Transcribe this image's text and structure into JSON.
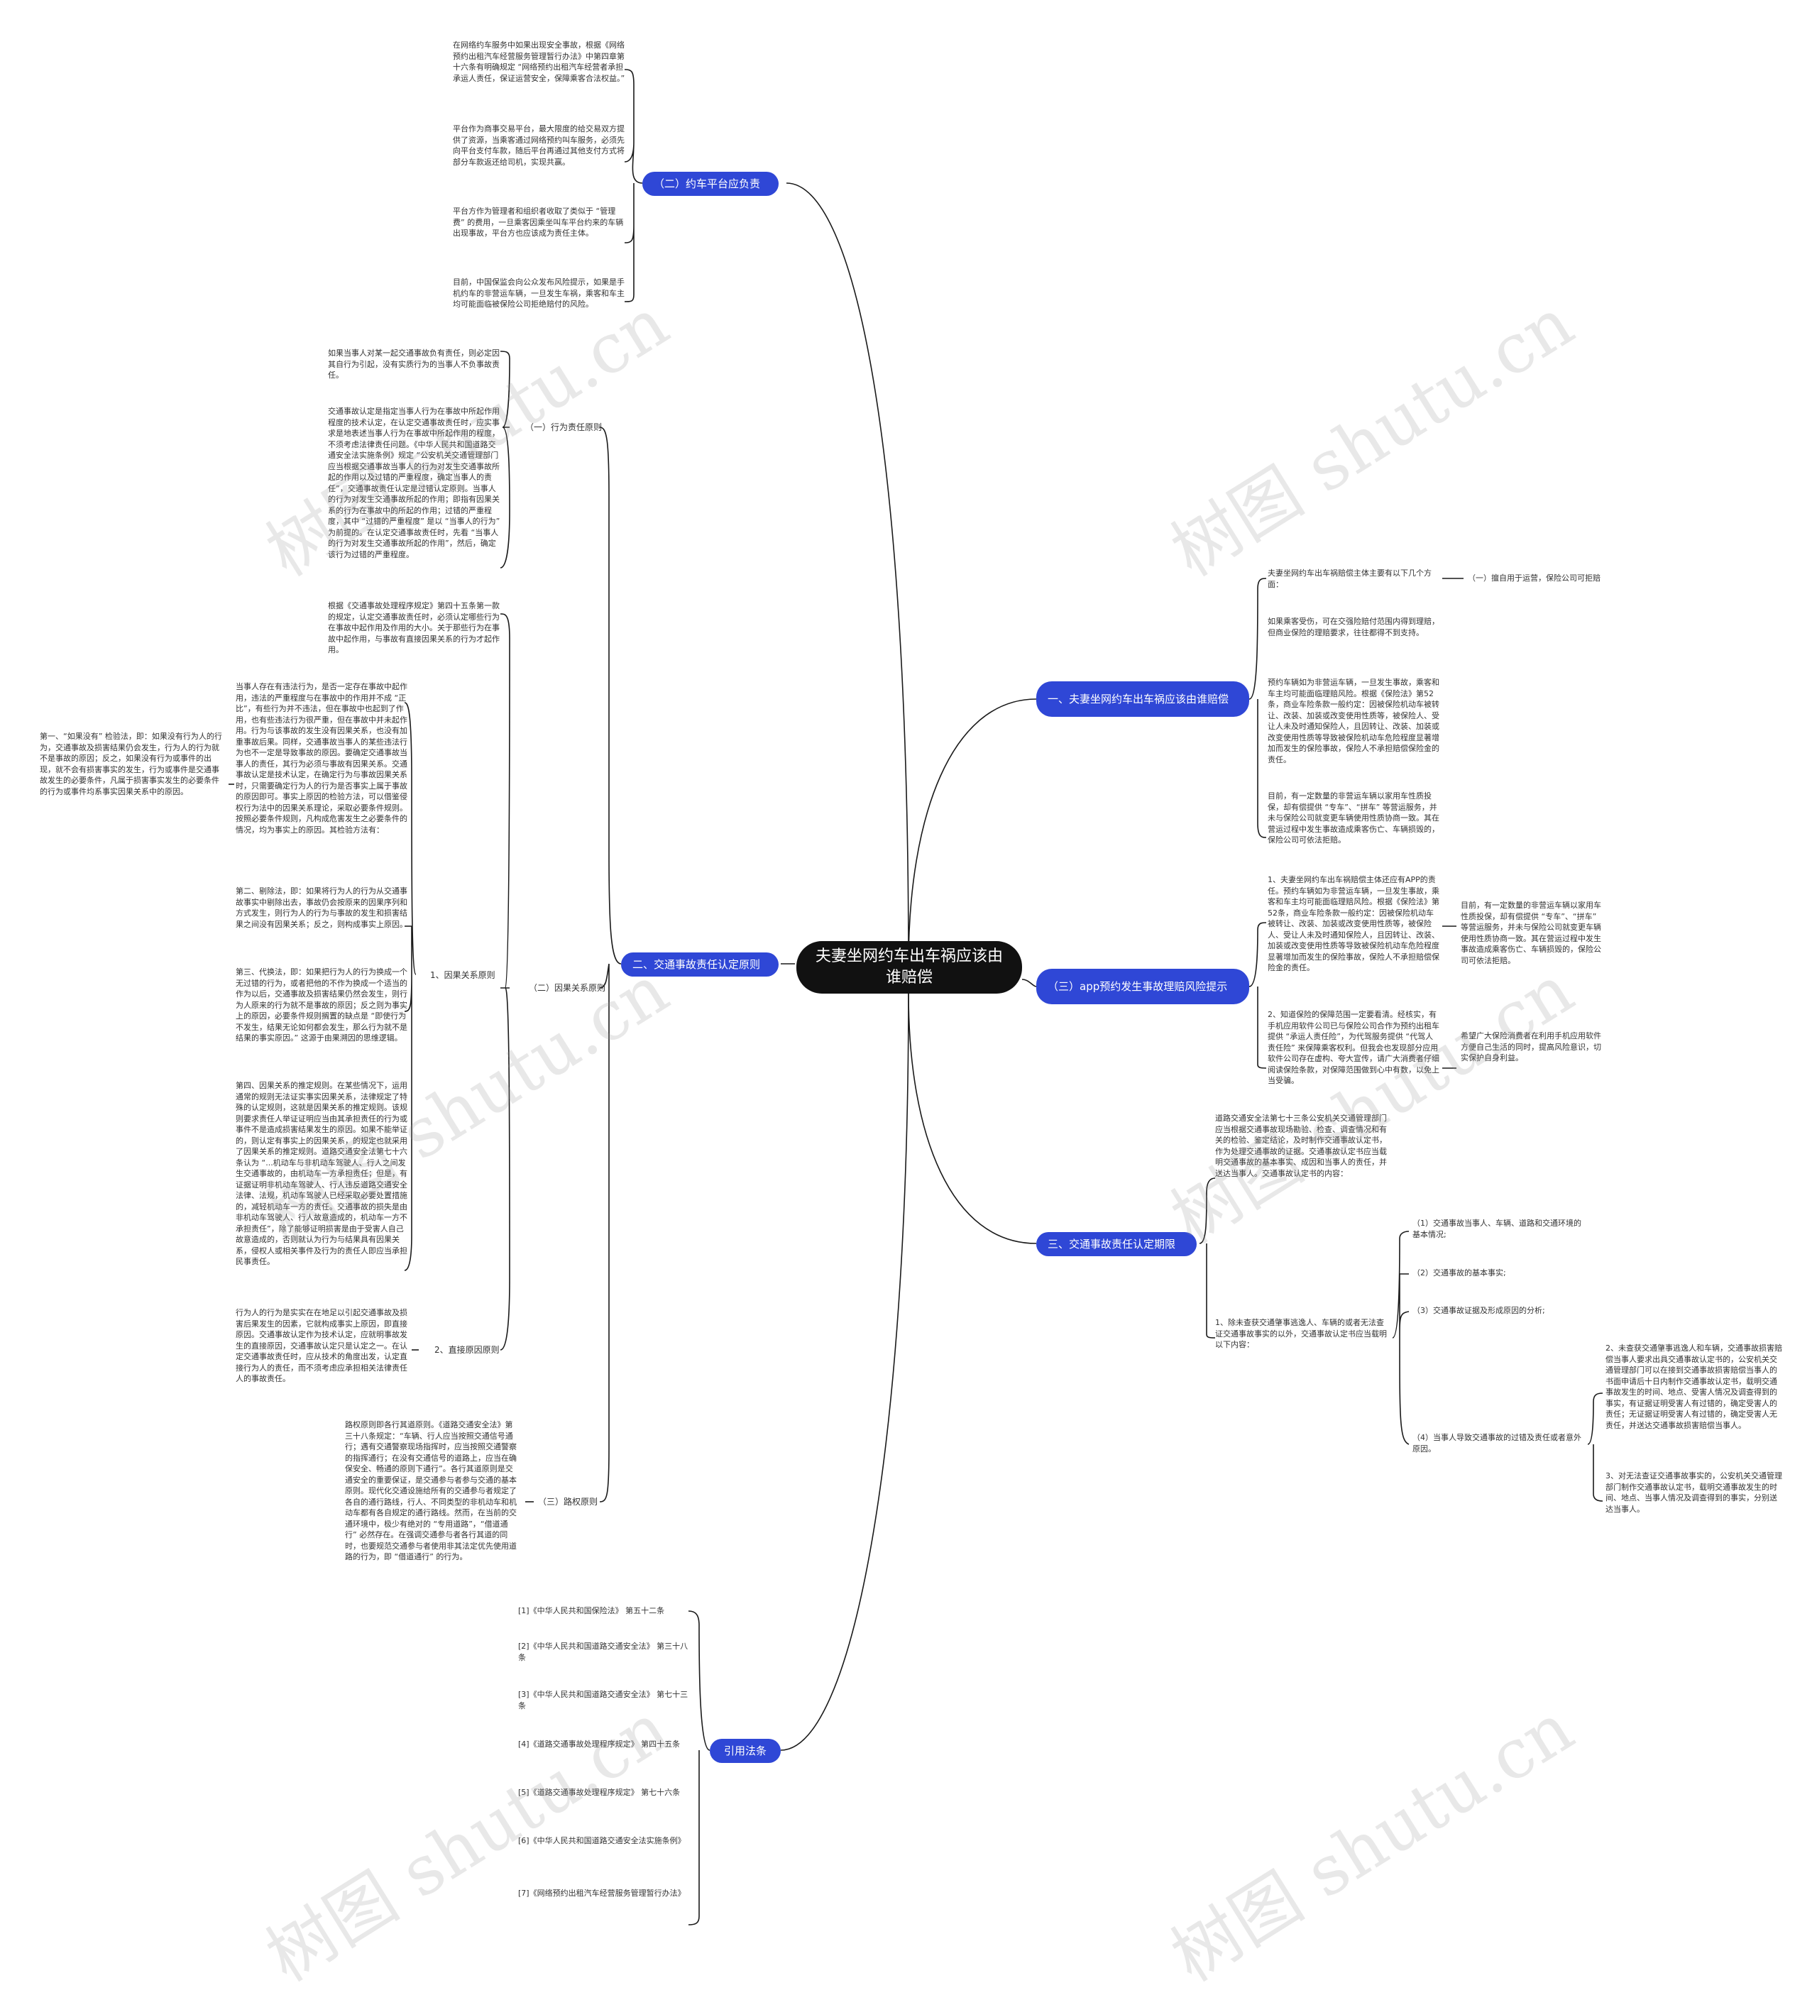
{
  "root": "夫妻坐网约车出车祸应该由谁赔偿",
  "watermark": "树图 shutu.cn",
  "left": {
    "platform": {
      "label": "（二）约车平台应负责",
      "texts": [
        "在网络约车服务中如果出现安全事故，根据《网络预约出租汽车经营服务管理暂行办法》中第四章第十六条有明确规定 “网络预约出租汽车经营者承担承运人责任，保证运营安全，保障乘客合法权益。”",
        "平台作为商事交易平台，最大限度的给交易双方提供了资源，当乘客通过网络预约叫车服务，必须先向平台支付车款，随后平台再通过其他支付方式将部分车款返还给司机，实现共赢。",
        "平台方作为管理者和组织者收取了类似于 “管理费” 的费用，一旦乘客因乘坐叫车平台约来的车辆出现事故，平台方也应该成为责任主体。",
        "目前，中国保监会向公众发布风险提示，如果是手机约车的非营运车辆，一旦发生车祸，乘客和车主均可能面临被保险公司拒绝赔付的风险。"
      ]
    },
    "principle": {
      "label": "二、交通事故责任认定原则",
      "behavior": {
        "label": "（一）行为责任原则",
        "texts": [
          "如果当事人对某一起交通事故负有责任，则必定因其自行为引起，没有实质行为的当事人不负事故责任。",
          "交通事故认定是指定当事人行为在事故中所起作用程度的技术认定，在认定交通事故责任时，应实事求是地表述当事人行为在事故中所起作用的程度，不须考虑法律责任问题。《中华人民共和国道路交通安全法实施条例》规定 “公安机关交通管理部门应当根据交通事故当事人的行为对发生交通事故所起的作用以及过错的严重程度，确定当事人的责任”，交通事故责任认定是过错认定原则。当事人的行为对发生交通事故所起的作用；即指有因果关系的行为在事故中的所起的作用；过错的严重程度，其中 “过错的严重程度” 是以 “当事人的行为” 为前提的。在认定交通事故责任时，先看 “当事人的行为对发生交通事故所起的作用”，然后，确定该行为过错的严重程度。"
        ]
      },
      "causal": {
        "label": "（二）因果关系原则",
        "intro": "根据《交通事故处理程序规定》第四十五条第一款的规定，认定交通事故责任时，必须认定哪些行为在事故中起作用及作用的大小。关于那些行为在事故中起作用，与事故有直接因果关系的行为才起作用。",
        "sub1": {
          "label": "1、因果关系原则",
          "texts": [
            "当事人存在有违法行为，是否一定存在事故中起作用，违法的严重程度与在事故中的作用并不成 “正比”，有些行为并不违法，但在事故中也起到了作用，也有些违法行为很严重，但在事故中并未起作用。行为与该事故的发生没有因果关系，也没有加重事故后果。同样，交通事故当事人的某些违法行为也不一定是导致事故的原因。要确定交通事故当事人的责任，其行为必须与事故有因果关系。交通事故认定是技术认定，在确定行为与事故因果关系时，只需要确定行为人的行为是否事实上属于事故的原因即可。事实上原因的检验方法，可以借鉴侵权行为法中的因果关系理论，采取必要条件规则。按照必要条件规则，凡构成危害发生之必要条件的情况，均为事实上的原因。其检验方法有：",
            "第二、剔除法，即：如果将行为人的行为从交通事故事实中剔除出去，事故仍会按原来的因果序列和方式发生，则行为人的行为与事故的发生和损害结果之间没有因果关系；反之，则构成事实上原因。",
            "第三、代换法，即：如果把行为人的行为换成一个无过错的行为，或者把他的不作为换成一个适当的作为以后，交通事故及损害结果仍然会发生，则行为人原来的行为就不是事故的原因；反之则为事实上的原因，必要条件规则搁置的缺点是 “即使行为不发生，结果无论如何都会发生，那么行为就不是结果的事实原因。” 这源于由果溯因的思维逻辑。",
            "第四、因果关系的推定规则。在某些情况下，运用通常的规则无法证实事实因果关系，法律规定了特殊的认定规则，这就是因果关系的推定规则。该规则要求责任人举证证明应当由其承担责任的行为或事件不是造成损害结果发生的原因。如果不能举证的，则认定有事实上的因果关系，的规定也就采用了因果关系的推定规则。道路交通安全法第七十六条认为 “...机动车与非机动车驾驶人、行人之间发生交通事故的，由机动车一方承担责任；但是，有证据证明非机动车驾驶人、行人违反道路交通安全法律、法规，机动车驾驶人已经采取必要处置措施的，减轻机动车一方的责任。交通事故的损失是由非机动车驾驶人、行人故意造成的，机动车一方不承担责任”，除了能够证明损害是由于受害人自己故意造成的，否则就认为行为与结果具有因果关系，侵权人或相关事件及行为的责任人即应当承担民事责任。"
          ],
          "first": "第一、“如果没有” 检验法，即：如果没有行为人的行为，交通事故及损害结果仍会发生，行为人的行为就不是事故的原因；反之，如果没有行为或事件的出现，就不会有损害事实的发生，行为或事件是交通事故发生的必要条件，凡属于损害事实发生的必要条件的行为或事件均系事实因果关系中的原因。"
        },
        "sub2": {
          "label": "2、直接原因原则",
          "text": "行为人的行为是实实在在地足以引起交通事故及损害后果发生的因素，它就构成事实上原因，即直接原因。交通事故认定作为技术认定，应就明事故发生的直接原因，交通事故认定只是认定之一。在认定交通事故责任时，应从技术的角度出发，认定直接行为人的责任，而不须考虑应承担相关法律责任人的事故责任。"
        }
      },
      "right_of_way": {
        "label": "（三）路权原则",
        "text": "路权原则即各行其道原则。《道路交通安全法》第三十八条规定：“车辆、行人应当按照交通信号通行；遇有交通警察现场指挥时，应当按照交通警察的指挥通行；在没有交通信号的道路上，应当在确保安全、畅通的原则下通行”。各行其道原则是交通安全的重要保证，是交通参与者参与交通的基本原则。现代化交通设施给所有的交通参与者规定了各自的通行路线，行人、不同类型的非机动车和机动车都有各自规定的通行路线。然而，在当前的交通环境中，极少有绝对的 “专用道路”，“借道通行” 必然存在。在强调交通参与者各行其道的同时，也要规范交通参与者使用非其法定优先使用道路的行为，即 “借道通行” 的行为。"
      }
    },
    "law": {
      "label": "引用法条",
      "items": [
        "[1]《中华人民共和国保险法》 第五十二条",
        "[2]《中华人民共和国道路交通安全法》 第三十八条",
        "[3]《中华人民共和国道路交通安全法》 第七十三条",
        "[4]《道路交通事故处理程序规定》 第四十五条",
        "[5]《道路交通事故处理程序规定》 第七十六条",
        "[6]《中华人民共和国道路交通安全法实施条例》",
        "[7]《网络预约出租汽车经营服务管理暂行办法》"
      ]
    }
  },
  "right": {
    "who": {
      "label": "一、夫妻坐网约车出车祸应该由谁赔偿",
      "main_text": "夫妻坐网约车出车祸赔偿主体主要有以下几个方面：",
      "leaf": "（一）擅自用于运营，保险公司可拒赔",
      "texts": [
        "如果乘客受伤，可在交强险赔付范围内得到理赔，但商业保险的理赔要求，往往都得不到支持。",
        "预约车辆如为非营运车辆，一旦发生事故，乘客和车主均可能面临理赔风险。根据《保险法》第52条，商业车险条款一般约定：因被保险机动车被转让、改装、加装或改变使用性质等，被保险人、受让人未及时通知保险人，且因转让、改装、加装或改变使用性质等导致被保险机动车危险程度显著增加而发生的保险事故，保险人不承担赔偿保险金的责任。",
        "目前，有一定数量的非营运车辆以家用车性质投保，却有偿提供 “专车”、“拼车” 等营运服务，并未与保险公司就变更车辆使用性质协商一致。其在营运过程中发生事故造成乘客伤亡、车辆损毁的，保险公司可依法拒赔。"
      ]
    },
    "app": {
      "label": "（三）app预约发生事故理赔风险提示",
      "texts": [
        "1、夫妻坐网约车出车祸赔偿主体还应有APP的责任。预约车辆如为非营运车辆，一旦发生事故，乘客和车主均可能面临理赔风险。根据《保险法》第52条，商业车险条款一般约定：因被保险机动车被转让、改装、加装或改变使用性质等，被保险人、受让人未及时通知保险人，且因转让、改装、加装或改变使用性质等导致被保险机动车危险程度显著增加而发生的保险事故，保险人不承担赔偿保险金的责任。",
        "2、知道保险的保障范围一定要看清。经核实，有手机应用软件公司已与保险公司合作为预约出租车提供 “承运人责任险”，为代驾服务提供 “代驾人责任险” 来保障乘客权利。但我会也发现部分应用软件公司存在虚构、夸大宣传，请广大消费者仔细阅读保险条款，对保障范围做到心中有数，以免上当受骗。"
      ],
      "notes": [
        "目前，有一定数量的非营运车辆以家用车性质投保，却有偿提供 “专车”、“拼车” 等营运服务，并未与保险公司就变更车辆使用性质协商一致。其在营运过程中发生事故造成乘客伤亡、车辆损毁的，保险公司可依法拒赔。",
        "希望广大保险消费者在利用手机应用软件方便自己生活的同时，提高风险意识，切实保护自身利益。"
      ]
    },
    "deadline": {
      "label": "三、交通事故责任认定期限",
      "text1": "道路交通安全法第七十三条公安机关交通管理部门应当根据交通事故现场勘验、检查、调查情况和有关的检验、鉴定结论，及时制作交通事故认定书，作为处理交通事故的证据。交通事故认定书应当载明交通事故的基本事实、成因和当事人的责任，并送达当事人。交通事故认定书的内容：",
      "text2": "1、除未查获交通肇事逃逸人、车辆的或者无法查证交通事故事实的以外，交通事故认定书应当载明以下内容：",
      "items": [
        "（1）交通事故当事人、车辆、道路和交通环境的基本情况;",
        "（2）交通事故的基本事实;",
        "（3）交通事故证据及形成原因的分析;",
        "（4）当事人导致交通事故的过错及责任或者意外原因。"
      ],
      "subs": [
        "2、未查获交通肇事逃逸人和车辆，交通事故损害赔偿当事人要求出具交通事故认定书的，公安机关交通管理部门可以在接到交通事故损害赔偿当事人的书面申请后十日内制作交通事故认定书，载明交通事故发生的时间、地点、受害人情况及调查得到的事实，有证据证明受害人有过错的，确定受害人的责任；无证据证明受害人有过错的，确定受害人无责任，并送达交通事故损害赔偿当事人。",
        "3、对无法查证交通事故事实的，公安机关交通管理部门制作交通事故认定书，载明交通事故发生的时间、地点、当事人情况及调查得到的事实，分别送达当事人。"
      ]
    }
  }
}
